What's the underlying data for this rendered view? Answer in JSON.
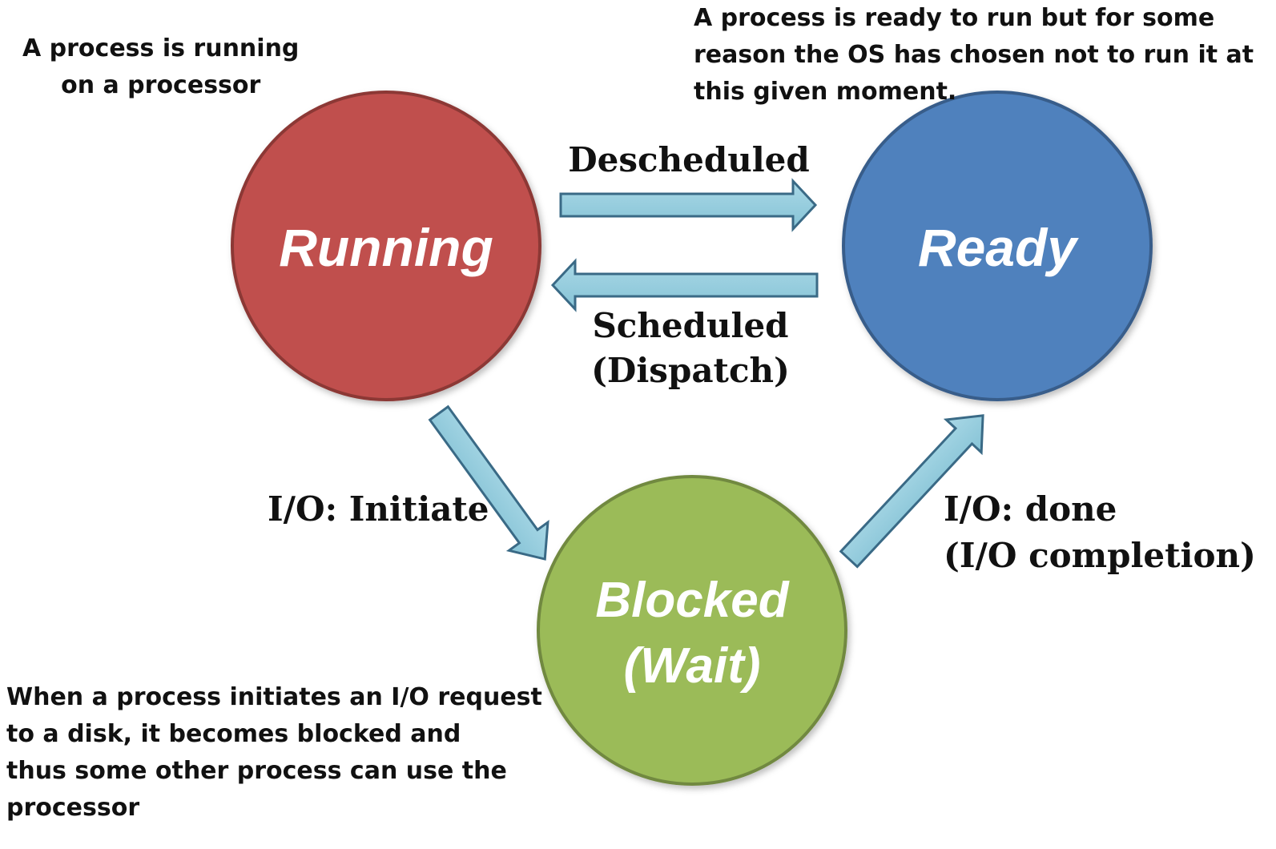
{
  "states": {
    "running": {
      "label": "Running",
      "color": "#c0504d",
      "border": "#8c3836"
    },
    "ready": {
      "label": "Ready",
      "color": "#4f81bd",
      "border": "#385d8a"
    },
    "blocked": {
      "label_line1": "Blocked",
      "label_line2": "(Wait)",
      "color": "#9bbb59",
      "border": "#71893f"
    }
  },
  "transitions": {
    "descheduled": {
      "label": "Descheduled"
    },
    "scheduled": {
      "label_line1": "Scheduled",
      "label_line2": "(Dispatch)"
    },
    "io_initiate": {
      "label": "I/O: Initiate"
    },
    "io_done": {
      "label_line1": "I/O: done",
      "label_line2": "(I/O completion)"
    },
    "arrow_fill": "#93cddd",
    "arrow_stroke": "#3a6a86"
  },
  "notes": {
    "running": [
      "A process is running",
      "on a processor"
    ],
    "ready": [
      "A process is ready to run but for some",
      "reason the OS has chosen not to run it at",
      "this given moment."
    ],
    "blocked": [
      "When a process initiates an I/O request",
      "to a disk, it becomes blocked and",
      "thus some other process can use the",
      "processor"
    ]
  }
}
